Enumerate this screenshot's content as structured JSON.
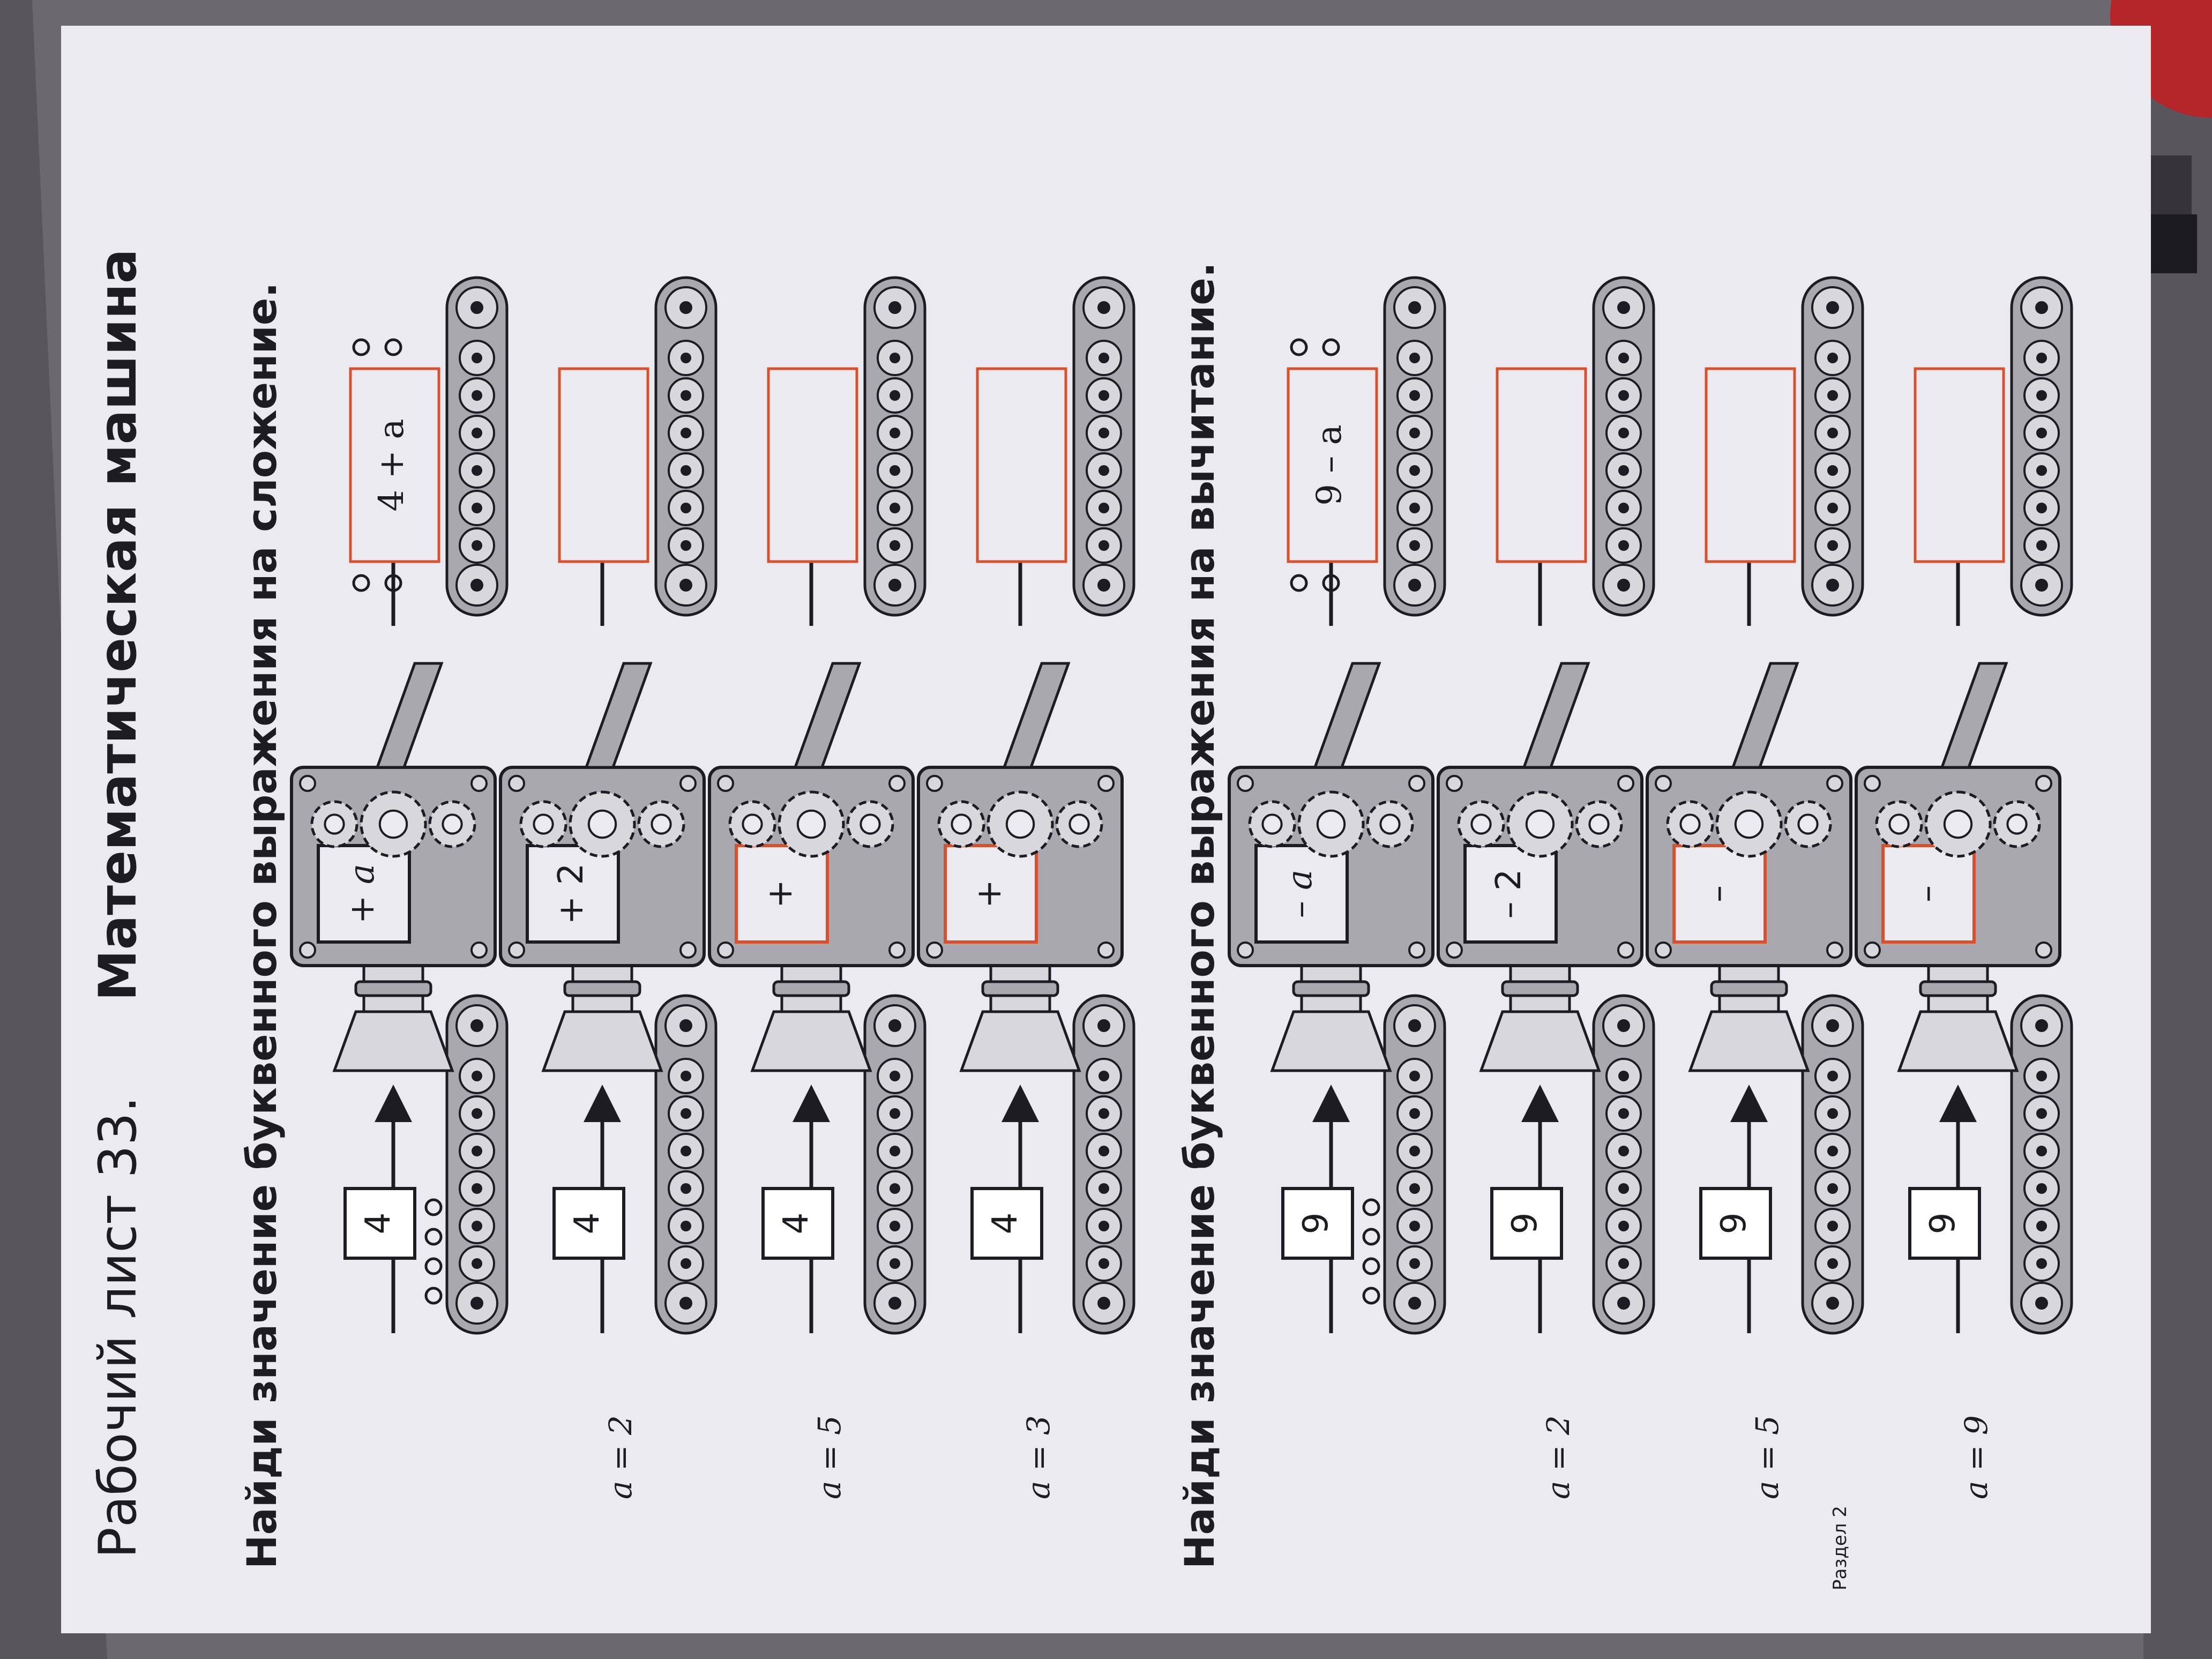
{
  "worksheet": {
    "title_prefix": "Рабочий лист 33.",
    "title_main": "Математическая машина",
    "colors": {
      "paper": "#eceaf1",
      "ink": "#1d1c22",
      "answer_box": "#d9512c",
      "machine_gray": "#a9a8ae"
    },
    "section_add": {
      "instruction": "Найди значение буквенного выражения на сложение.",
      "example": {
        "input": "4",
        "operation": "+ a",
        "result": "4 + a"
      },
      "rows": [
        {
          "label": "a = 2",
          "input": "4",
          "operation": "+ 2",
          "result": ""
        },
        {
          "label": "a = 5",
          "input": "4",
          "operation": "+",
          "result": ""
        },
        {
          "label": "a = 3",
          "input": "4",
          "operation": "+",
          "result": ""
        }
      ]
    },
    "section_sub": {
      "instruction": "Найди значение буквенного выражения на вычитание.",
      "example": {
        "input": "9",
        "operation": "– a",
        "result": "9 – a"
      },
      "rows": [
        {
          "label": "a = 2",
          "input": "9",
          "operation": "– 2",
          "result": ""
        },
        {
          "label": "a = 5",
          "input": "9",
          "operation": "–",
          "result": ""
        },
        {
          "label": "a = 9",
          "input": "9",
          "operation": "–",
          "result": ""
        }
      ]
    },
    "footer": "Раздел 2"
  }
}
